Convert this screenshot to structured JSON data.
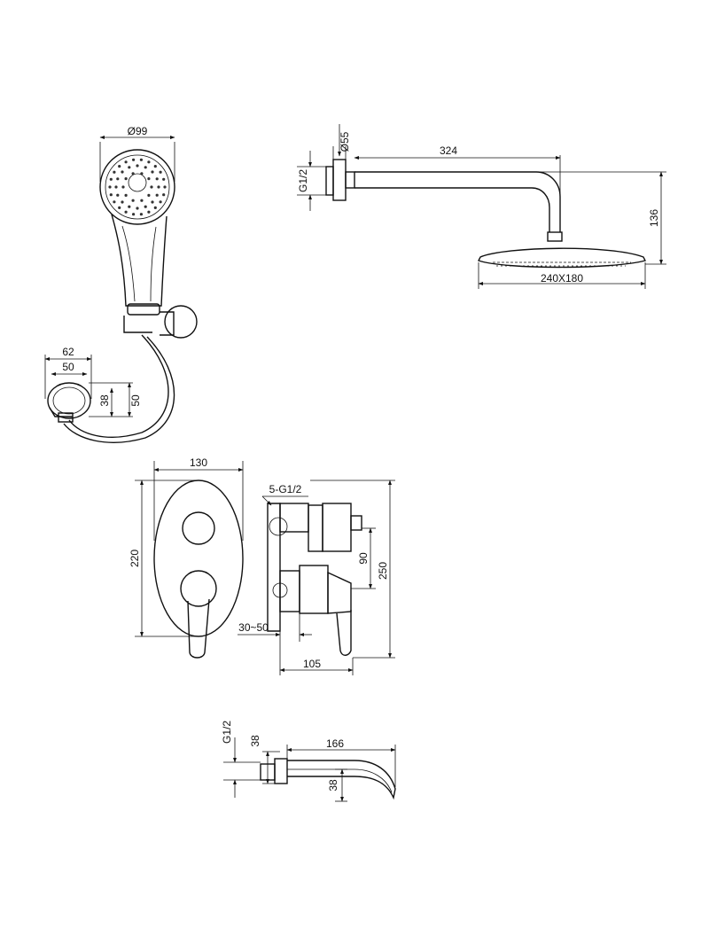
{
  "drawing": {
    "hand_shower": {
      "head_diameter": "Ø99",
      "holder_outer_width": "62",
      "holder_inner_width": "50",
      "holder_depth_small": "38",
      "holder_depth_large": "50"
    },
    "overhead_shower": {
      "wall_thread": "G1/2",
      "flange_diameter": "Ø55",
      "arm_length": "324",
      "arm_drop": "136",
      "head_size": "240X180"
    },
    "mixer": {
      "plate_width": "130",
      "plate_height": "220",
      "outlet_thread": "5-G1/2",
      "outlet_spacing": "90",
      "body_height": "250",
      "install_depth": "30~50",
      "body_depth": "105"
    },
    "spout": {
      "wall_thread": "G1/2",
      "flange_size": "38",
      "spout_length": "166",
      "spout_height": "38"
    }
  }
}
